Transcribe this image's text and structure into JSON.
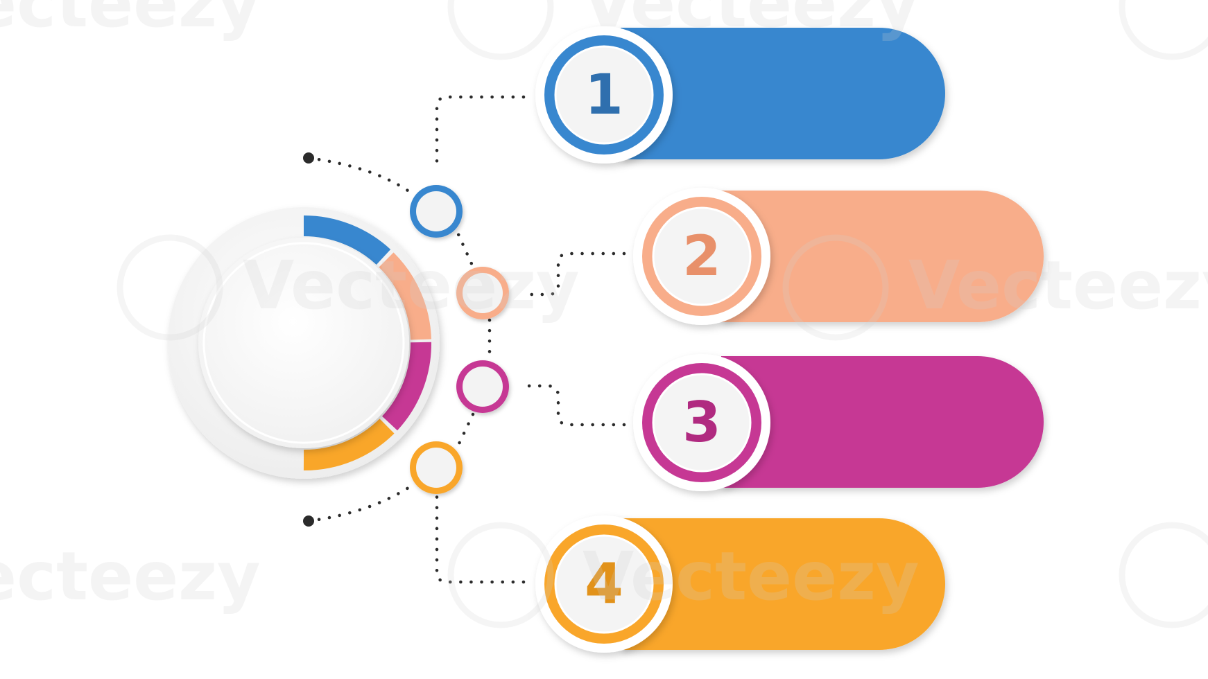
{
  "colors": {
    "blue": "#3887CF",
    "peach": "#F8AD8A",
    "magenta": "#C63894",
    "orange": "#F9A629",
    "dots": "#2b2b2b",
    "disc": "#f2f2f2"
  },
  "steps": [
    {
      "number": "1",
      "color": "#3887CF",
      "text_color": "#2f6fae"
    },
    {
      "number": "2",
      "color": "#F8AD8A",
      "text_color": "#e8906a"
    },
    {
      "number": "3",
      "color": "#C63894",
      "text_color": "#b02a80"
    },
    {
      "number": "4",
      "color": "#F9A629",
      "text_color": "#e2921a"
    }
  ],
  "watermark": {
    "text": "Vecteezy",
    "icon": "vecteezy-logo-icon"
  },
  "icons": [
    "center-ring-icon",
    "connector-node-icon",
    "number-badge-icon"
  ]
}
